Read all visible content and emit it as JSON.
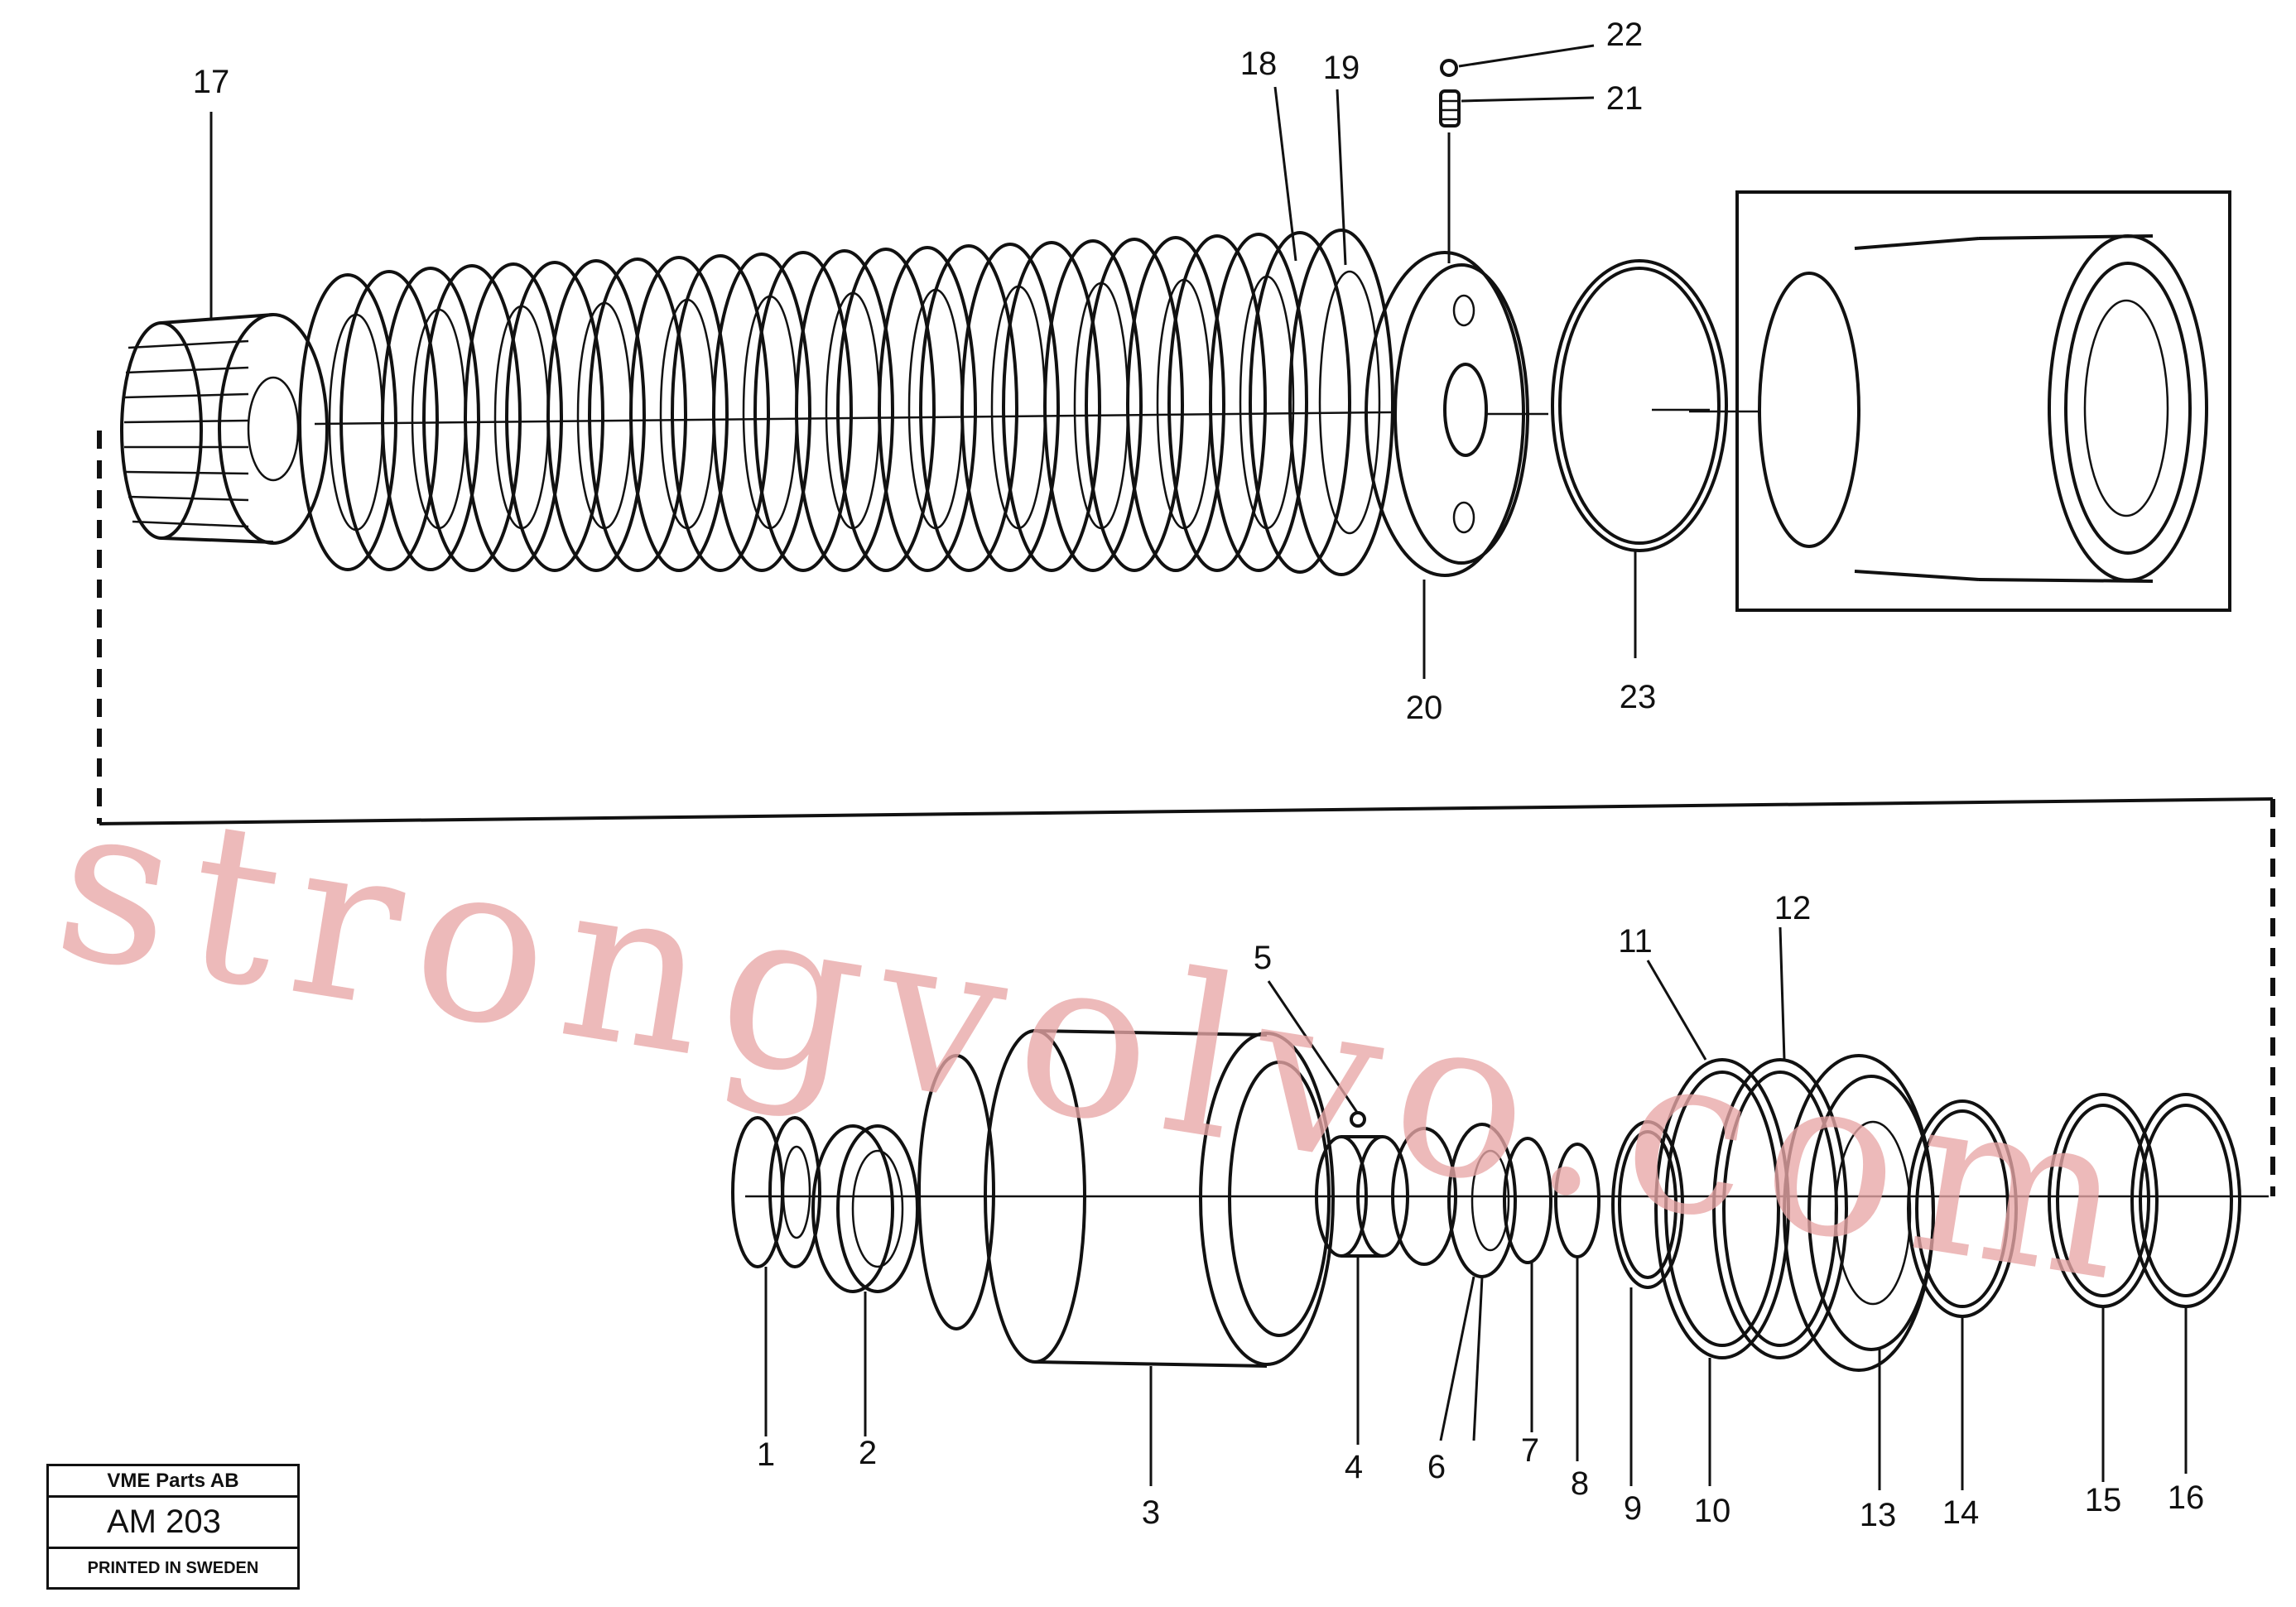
{
  "diagram": {
    "callouts": [
      "1",
      "2",
      "3",
      "4",
      "5",
      "6",
      "7",
      "8",
      "9",
      "10",
      "11",
      "12",
      "13",
      "14",
      "15",
      "16",
      "17",
      "18",
      "19",
      "20",
      "21",
      "22",
      "23"
    ]
  },
  "title_block": {
    "company": "VME Parts AB",
    "code": "AM 203",
    "printed": "PRINTED IN SWEDEN"
  },
  "watermark": "strongvolvo.com",
  "colors": {
    "ink": "#111111",
    "watermark": "#e9a7a7",
    "background": "#ffffff"
  }
}
